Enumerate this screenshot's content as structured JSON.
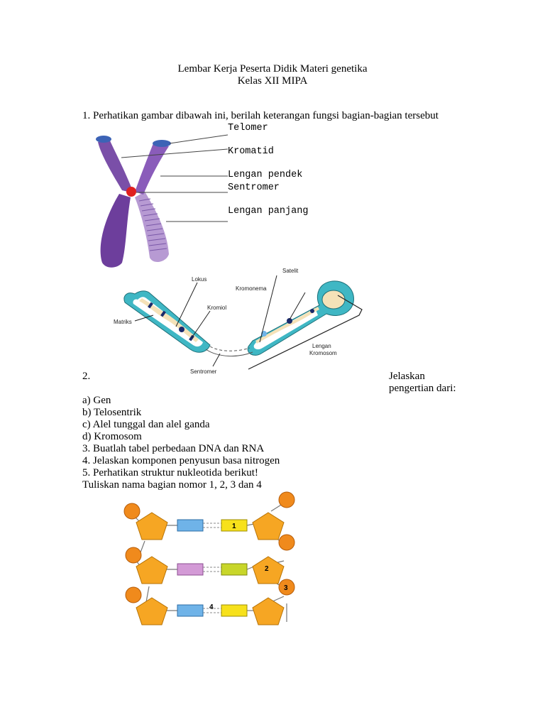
{
  "header": {
    "title": "Lembar Kerja Peserta Didik  Materi genetika",
    "class": "Kelas XII MIPA"
  },
  "q1": {
    "text": "1. Perhatikan gambar dibawah ini, berilah keterangan fungsi bagian-bagian tersebut",
    "labels": {
      "telomer": "Telomer",
      "kromatid": "Kromatid",
      "lengan_pendek": "Lengan pendek",
      "sentromer": "Sentromer",
      "lengan_panjang": "Lengan panjang"
    }
  },
  "diagram2": {
    "lokus": "Lokus",
    "satelit": "Satelit",
    "kromonema": "Kromonema",
    "kromiol": "Kromiol",
    "matriks": "Matriks",
    "lengan_kromosom_1": "Lengan",
    "lengan_kromosom_2": "Kromosom",
    "sentromer": "Sentromer"
  },
  "q2": {
    "number": "2.",
    "side_line1": "Jelaskan",
    "side_line2": "pengertian dari:",
    "items": [
      "a) Gen",
      "b) Telosentrik",
      "c) Alel tunggal dan alel ganda",
      "d) Kromosom"
    ]
  },
  "questions": [
    "3. Buatlah tabel perbedaan DNA dan RNA",
    "4. Jelaskan komponen penyusun basa nitrogen",
    "5. Perhatikan struktur nukleotida berikut!",
    "Tuliskan nama bagian nomor 1, 2, 3 dan 4"
  ],
  "nucleotide": {
    "n1": "1",
    "n2": "2",
    "n3": "3",
    "n4": "4"
  },
  "colors": {
    "chromosome": "#7a4fa8",
    "telomere": "#3c63b6",
    "centromere": "#e0201f",
    "diagram_teal": "#3fb7c4",
    "phosphate": "#f08a1c",
    "sugar": "#f6a623",
    "base_blue": "#6fb3e8",
    "base_yellow": "#f7e11b",
    "base_pink": "#d39ad6",
    "base_green": "#c8d62a"
  }
}
